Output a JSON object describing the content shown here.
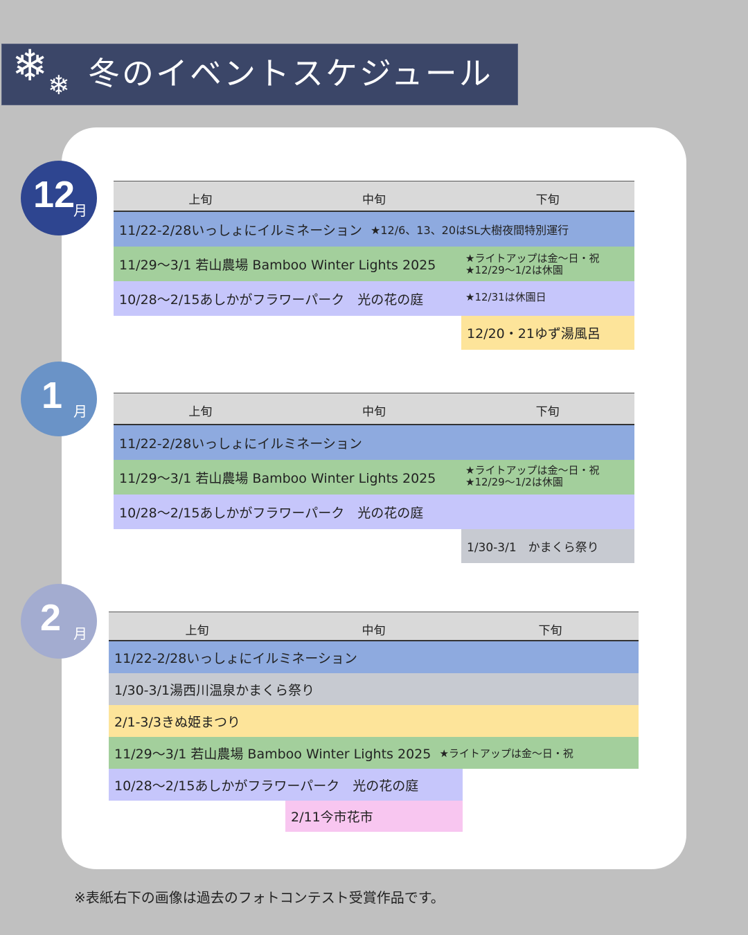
{
  "title": "冬のイベントスケジュール",
  "headers": [
    "上旬",
    "中旬",
    "下旬"
  ],
  "month_unit": "月",
  "months": [
    {
      "num": "12",
      "color": "#2e4590",
      "rows": [
        {
          "text": "11/22-2/28いっしょにイルミネーション",
          "note": "★12/6、13、20はSL大樹夜間特別運行"
        },
        {
          "text": "11/29～3/1 若山農場 Bamboo Winter Lights 2025",
          "note1": "★ライトアップは金～日・祝",
          "note2": "★12/29～1/2は休園"
        },
        {
          "text": "10/28～2/15あしかがフラワーパーク　光の花の庭",
          "note": "★12/31は休園日"
        },
        {
          "text": "12/20・21ゆず湯風呂"
        }
      ]
    },
    {
      "num": "1",
      "color": "#6a93c7",
      "rows": [
        {
          "text": "11/22-2/28いっしょにイルミネーション"
        },
        {
          "text": "11/29～3/1 若山農場 Bamboo Winter Lights 2025",
          "note1": "★ライトアップは金～日・祝",
          "note2": "★12/29～1/2は休園"
        },
        {
          "text": "10/28～2/15あしかがフラワーパーク　光の花の庭"
        },
        {
          "text": "1/30-3/1　かまくら祭り"
        }
      ]
    },
    {
      "num": "2",
      "color": "#a3acd0",
      "rows": [
        {
          "text": "11/22-2/28いっしょにイルミネーション"
        },
        {
          "text": "1/30-3/1湯西川温泉かまくら祭り"
        },
        {
          "text": "2/1-3/3きぬ姫まつり"
        },
        {
          "text": "11/29～3/1 若山農場 Bamboo Winter Lights 2025",
          "note": "★ライトアップは金～日・祝"
        },
        {
          "text": "10/28～2/15あしかがフラワーパーク　光の花の庭"
        },
        {
          "text": "2/11今市花市"
        }
      ]
    }
  ],
  "footer": "※表紙右下の画像は過去のフォトコンテスト受賞作品です。"
}
